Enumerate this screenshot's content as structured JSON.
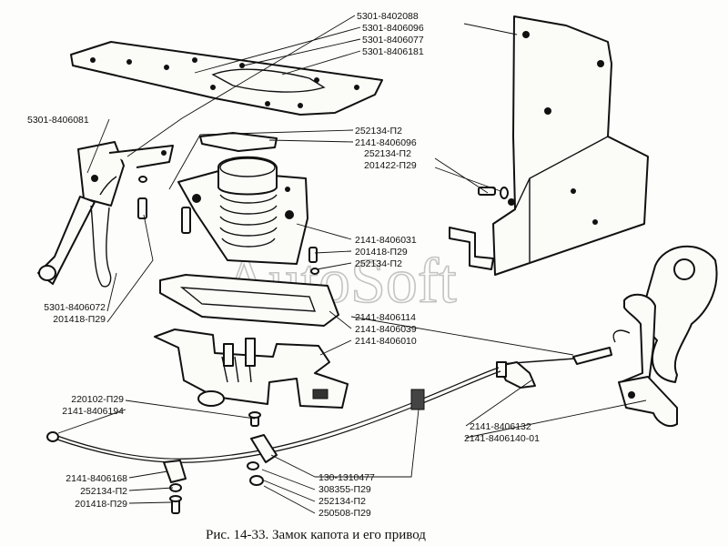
{
  "caption": "Рис. 14-33. Замок капота и его привод",
  "watermark": "AutoSoft",
  "labels": {
    "l5301_8402088": "5301-8402088",
    "l5301_8406096": "5301-8406096",
    "l5301_8406077": "5301-8406077",
    "l5301_8406181": "5301-8406181",
    "l5301_8406081": "5301-8406081",
    "l252134_p2_a": "252134-П2",
    "l2141_8406096": "2141-8406096",
    "l252134_p2_b": "252134-П2",
    "l201422_p29": "201422-П29",
    "l2141_8406031": "2141-8406031",
    "l201418_p29_a": "201418-П29",
    "l252134_p2_c": "252134-П2",
    "l5301_8406072": "5301-8406072",
    "l201418_p29_b": "201418-П29",
    "l2141_8406114": "2141-8406114",
    "l2141_8406039": "2141-8406039",
    "l2141_8406010": "2141-8406010",
    "l220102_p29": "220102-П29",
    "l2141_8406194": "2141-8406194",
    "l2141_8406132": "2141-8406132",
    "l2141_8406140_01": "2141-8406140-01",
    "l2141_8406168": "2141-8406168",
    "l252134_p2_d": "252134-П2",
    "l201418_p29_c": "201418-П29",
    "l130_1310477": "130-1310477",
    "l308355_p29": "308355-П29",
    "l252134_p2_e": "252134-П2",
    "l250508_p29": "250508-П29"
  }
}
